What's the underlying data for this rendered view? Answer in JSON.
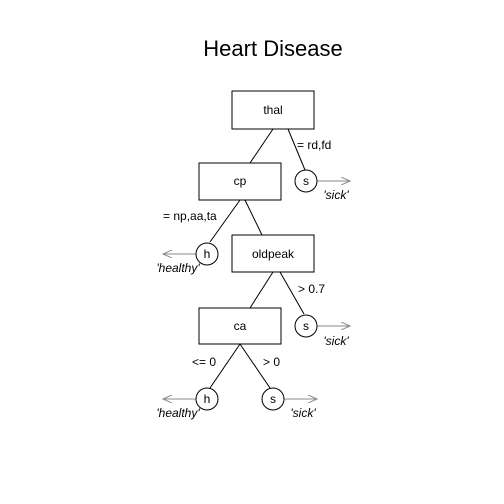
{
  "title": "Heart Disease",
  "nodes": {
    "thal": "thal",
    "cp": "cp",
    "oldpeak": "oldpeak",
    "ca": "ca"
  },
  "edge_labels": {
    "thal_right": "= rd,fd",
    "cp_left": "= np,aa,ta",
    "oldpeak_right": "> 0.7",
    "ca_left": "<= 0",
    "ca_right": "> 0"
  },
  "leaves": {
    "leaf1": {
      "letter": "s",
      "label": "'sick'"
    },
    "leaf2": {
      "letter": "h",
      "label": "'healthy'"
    },
    "leaf3": {
      "letter": "s",
      "label": "'sick'"
    },
    "leaf4": {
      "letter": "h",
      "label": "'healthy'"
    },
    "leaf5": {
      "letter": "s",
      "label": "'sick'"
    }
  },
  "colors": {
    "arrow": "#8a8a8a",
    "line": "#000000"
  }
}
